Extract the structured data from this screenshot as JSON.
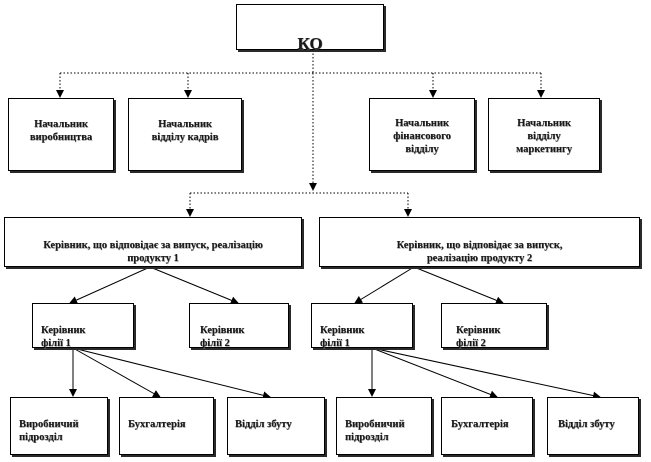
{
  "nodes": {
    "ko": "КО",
    "head_production": "Начальник\nвиробництва",
    "head_hr": "Начальник\nвідділу кадрів",
    "head_finance": "Начальник\nфінансового\nвідділу",
    "head_marketing": "Начальник\nвідділу\nмаркетингу",
    "manager_product1": "Керівник, що відповідає за випуск, реалізацію\nпродукту 1",
    "manager_product2": "Керівник, що відповідає за випуск,\nреалізацію продукту 2",
    "branch1_left": "Керівник\nфілії 1",
    "branch2_left": "Керівник\nфілії 2",
    "branch1_right": "Керівник\nфілії 1",
    "branch2_right": "Керівник\nфілії 2",
    "production_unit_left": "Виробничий\nпідрозділ",
    "accounting_left": "Бухгалтерія",
    "sales_left": "Відділ збуту",
    "production_unit_right": "Виробничий\nпідрозділ",
    "accounting_right": "Бухгалтерія",
    "sales_right": "Відділ збуту"
  }
}
